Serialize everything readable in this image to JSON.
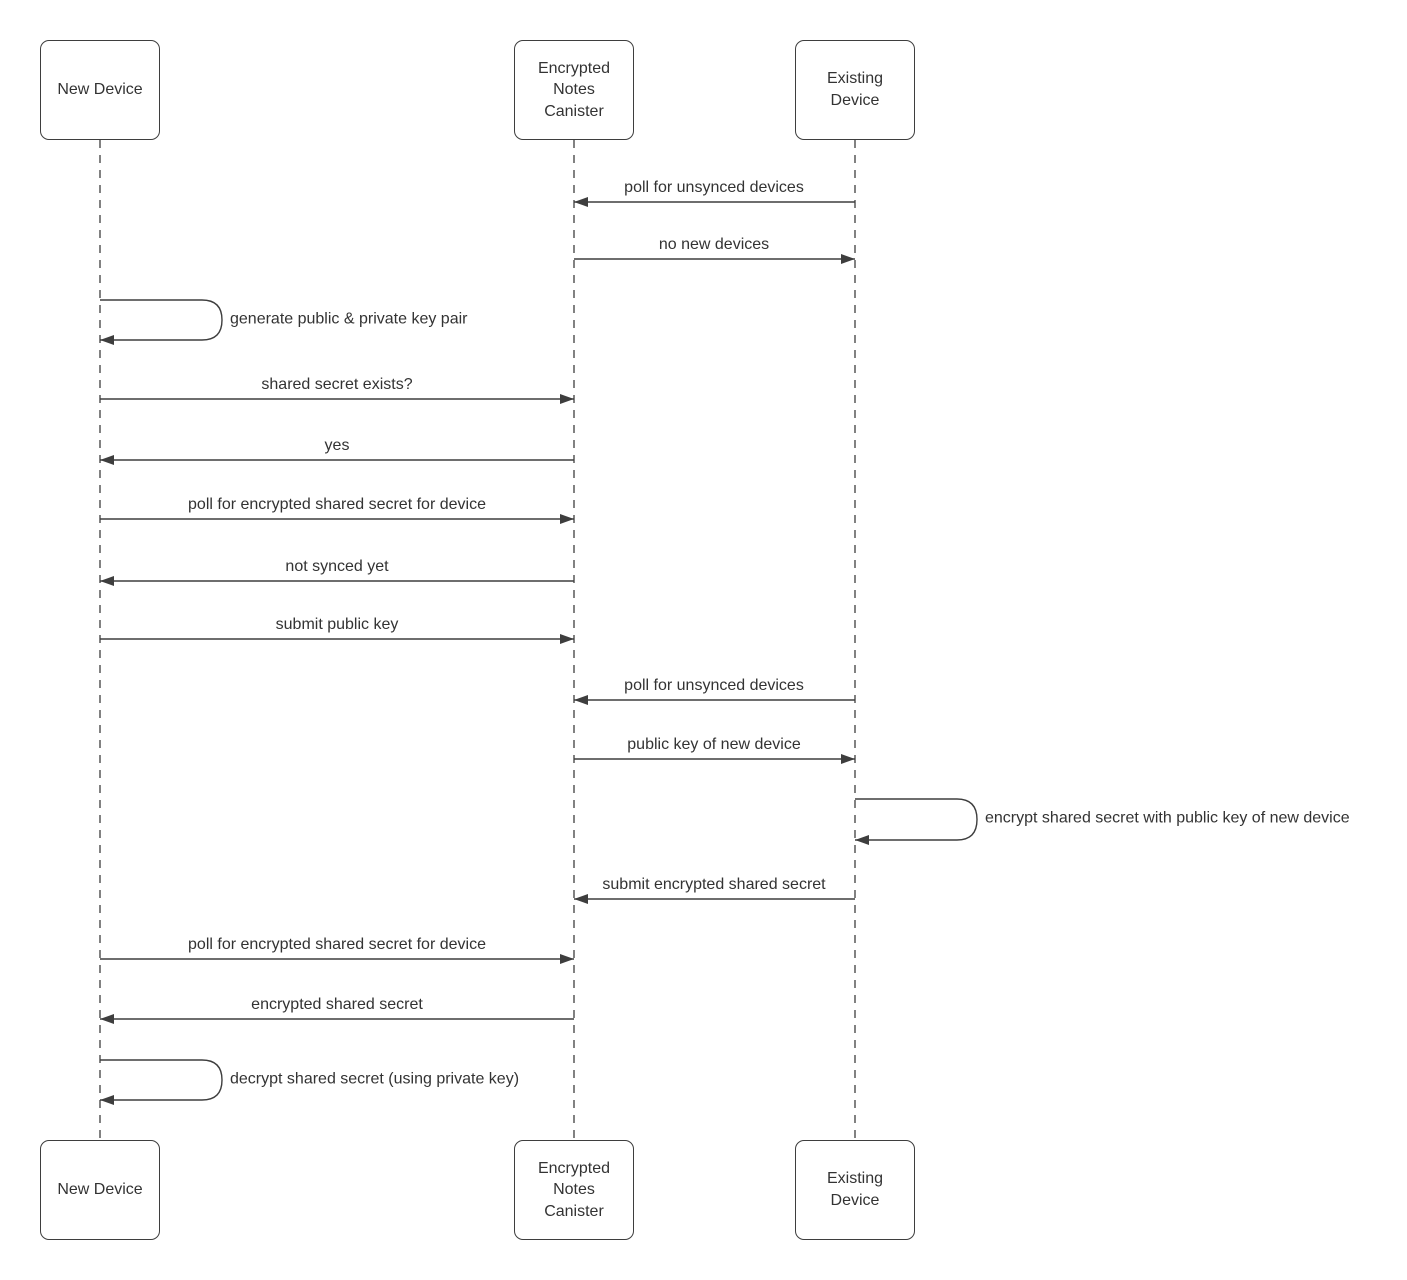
{
  "diagram": {
    "type": "sequence-diagram",
    "background": "#ffffff",
    "colors": {
      "stroke": "#3e3e3e",
      "text": "#333333"
    },
    "actors": [
      {
        "id": "new-device",
        "label": "New Device"
      },
      {
        "id": "encrypted-notes-canister",
        "label": "Encrypted Notes Canister"
      },
      {
        "id": "existing-device",
        "label": "Existing Device"
      }
    ],
    "messages": [
      {
        "label": "poll for unsynced devices",
        "from": "existing-device",
        "to": "encrypted-notes-canister",
        "kind": "arrow"
      },
      {
        "label": "no new devices",
        "from": "encrypted-notes-canister",
        "to": "existing-device",
        "kind": "arrow"
      },
      {
        "label": "generate public & private key pair",
        "from": "new-device",
        "to": "new-device",
        "kind": "self-loop"
      },
      {
        "label": "shared secret exists?",
        "from": "new-device",
        "to": "encrypted-notes-canister",
        "kind": "arrow"
      },
      {
        "label": "yes",
        "from": "encrypted-notes-canister",
        "to": "new-device",
        "kind": "arrow"
      },
      {
        "label": "poll for encrypted shared secret for device",
        "from": "new-device",
        "to": "encrypted-notes-canister",
        "kind": "arrow"
      },
      {
        "label": "not synced yet",
        "from": "encrypted-notes-canister",
        "to": "new-device",
        "kind": "arrow"
      },
      {
        "label": "submit public key",
        "from": "new-device",
        "to": "encrypted-notes-canister",
        "kind": "arrow"
      },
      {
        "label": "poll for unsynced devices",
        "from": "existing-device",
        "to": "encrypted-notes-canister",
        "kind": "arrow"
      },
      {
        "label": "public key of new device",
        "from": "encrypted-notes-canister",
        "to": "existing-device",
        "kind": "arrow"
      },
      {
        "label": "encrypt shared secret with public key of new device",
        "from": "existing-device",
        "to": "existing-device",
        "kind": "self-loop"
      },
      {
        "label": "submit encrypted shared secret",
        "from": "existing-device",
        "to": "encrypted-notes-canister",
        "kind": "arrow"
      },
      {
        "label": "poll for encrypted shared secret for device",
        "from": "new-device",
        "to": "encrypted-notes-canister",
        "kind": "arrow"
      },
      {
        "label": "encrypted shared secret",
        "from": "encrypted-notes-canister",
        "to": "new-device",
        "kind": "arrow"
      },
      {
        "label": "decrypt shared secret (using private key)",
        "from": "new-device",
        "to": "new-device",
        "kind": "self-loop"
      }
    ]
  }
}
